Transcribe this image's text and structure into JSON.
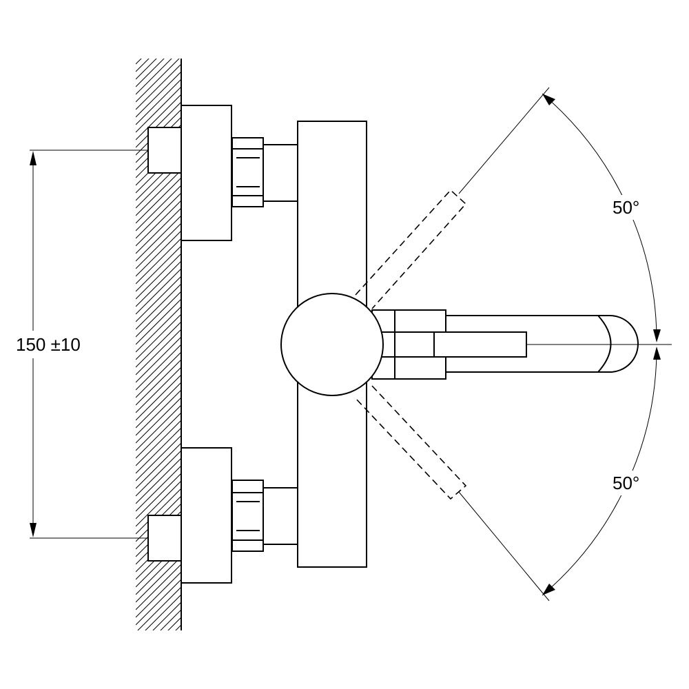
{
  "dimensions": {
    "spacing_label": "150 ±10",
    "upper_angle_label": "50°",
    "lower_angle_label": "50°"
  }
}
